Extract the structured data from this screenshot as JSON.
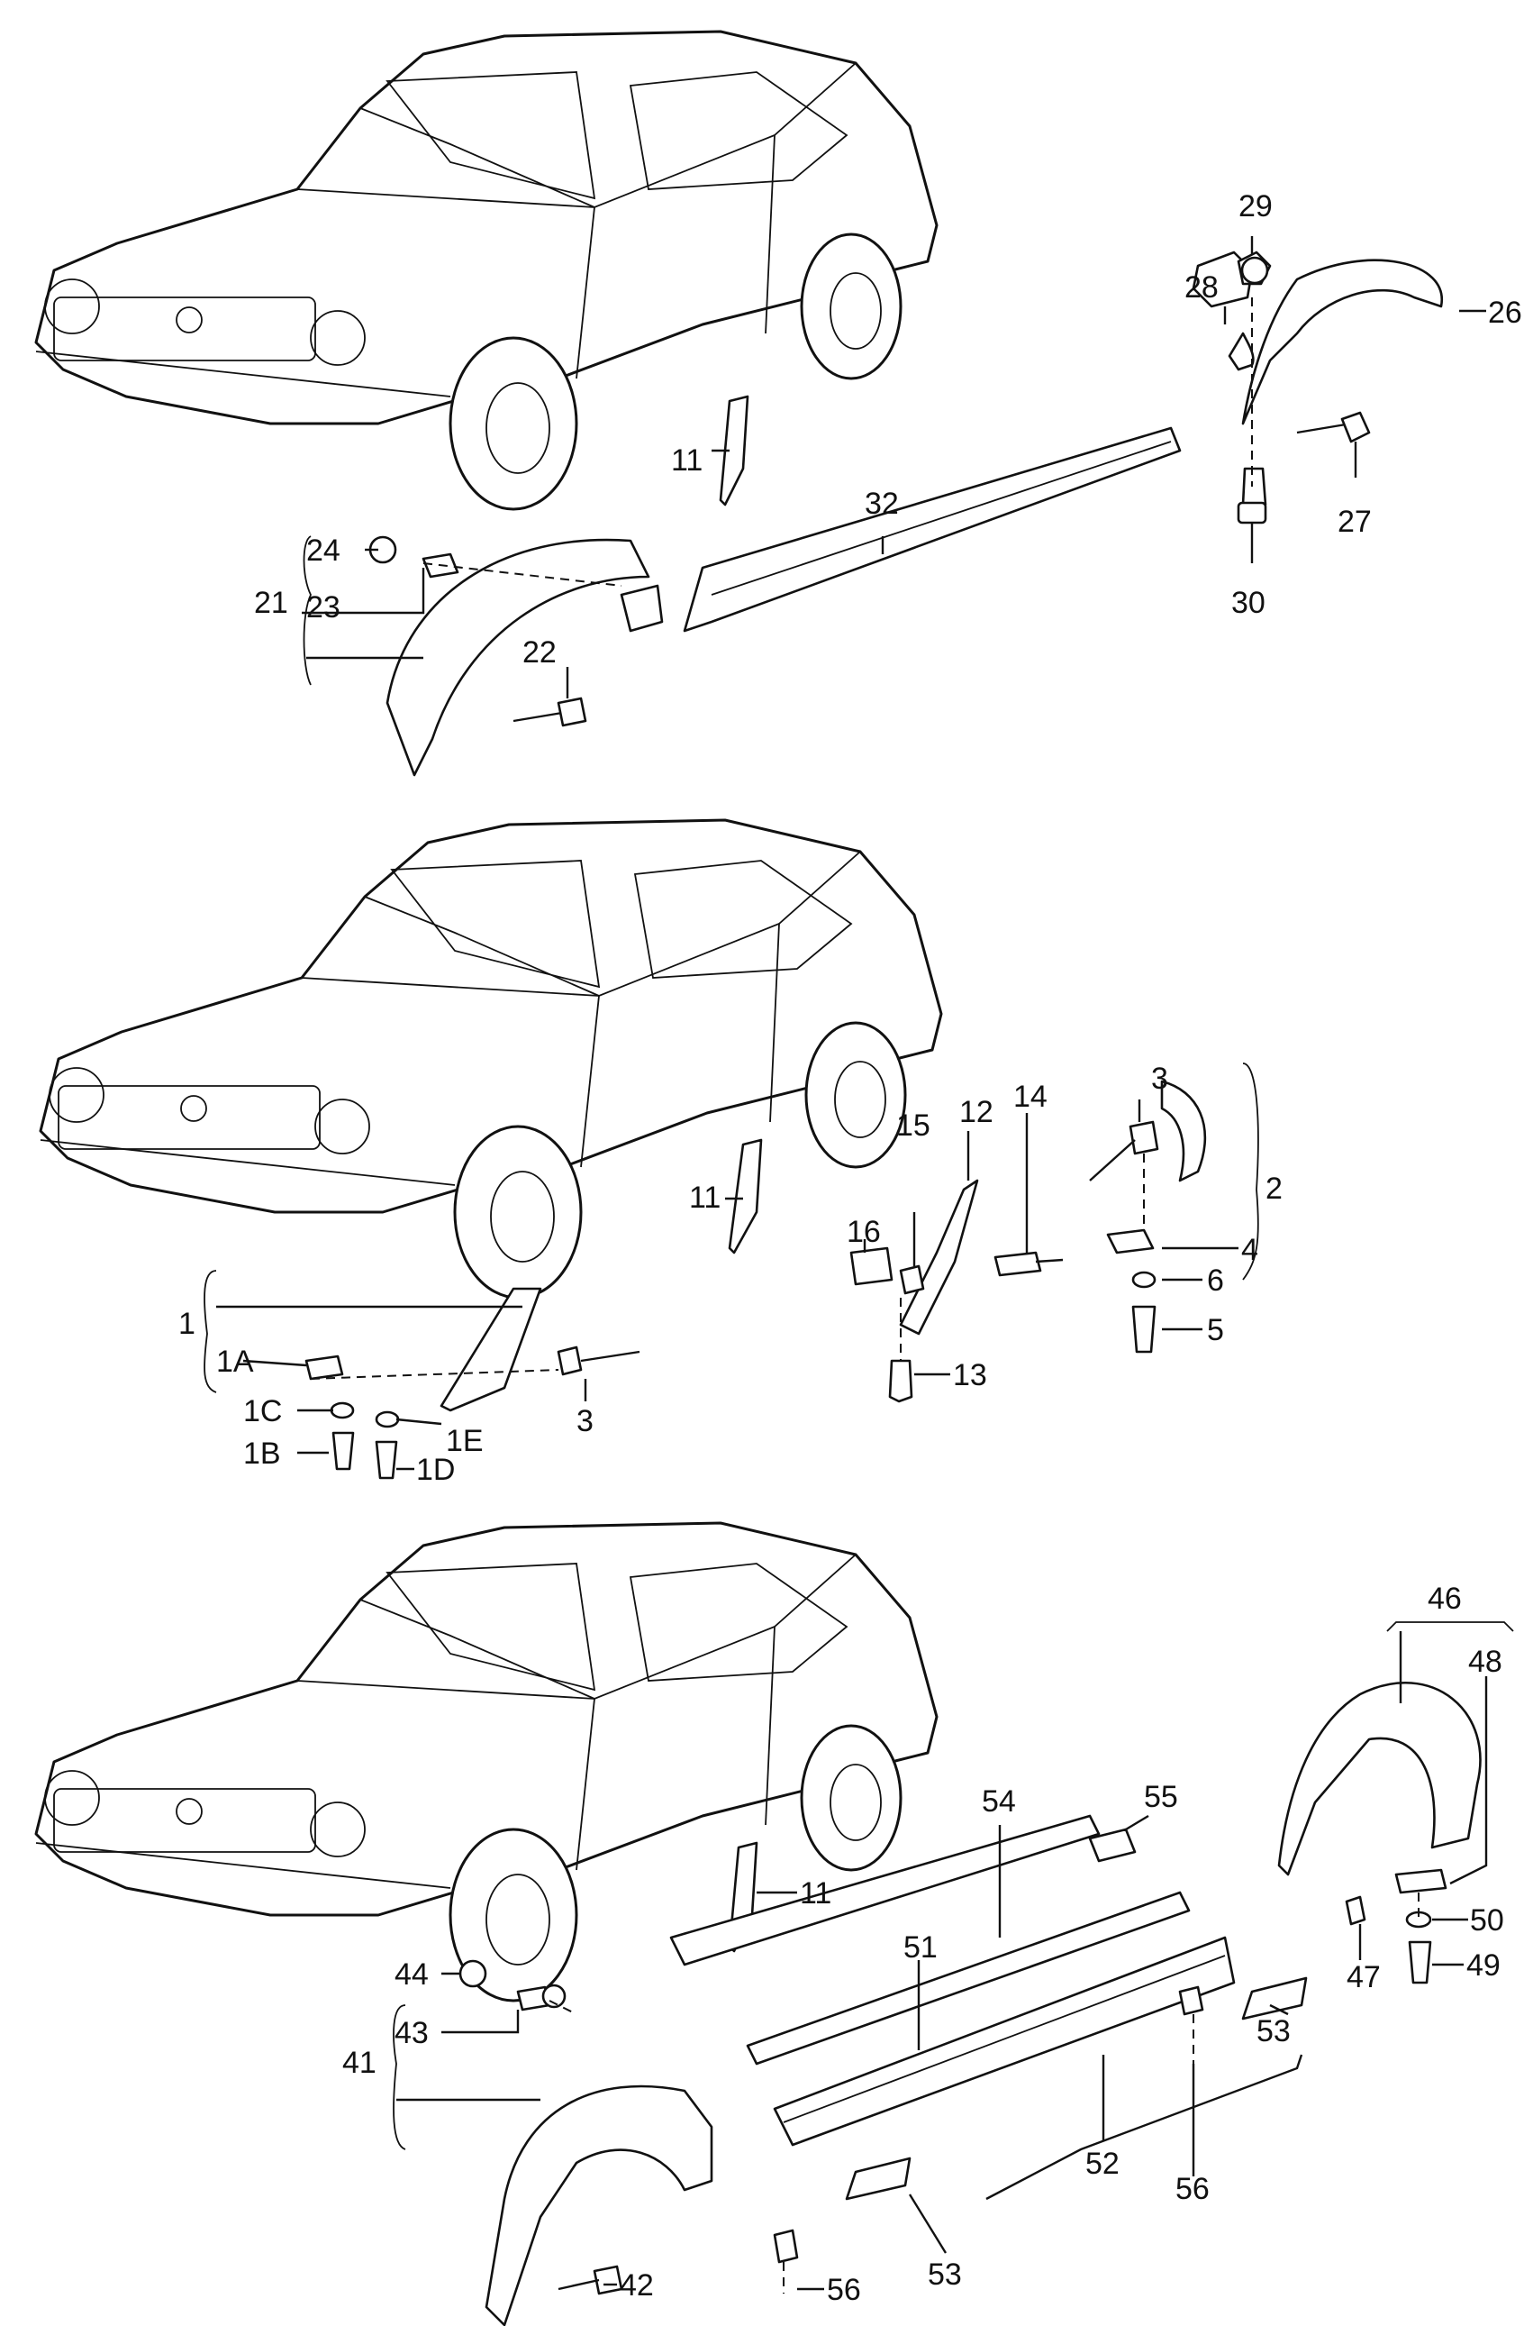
{
  "labels": {
    "p29": "29",
    "p28": "28",
    "p26": "26",
    "p27": "27",
    "p30": "30",
    "p11a": "11",
    "p32": "32",
    "p24": "24",
    "p21": "21",
    "p23": "23",
    "p22": "22",
    "p3a": "3",
    "p2": "2",
    "p12": "12",
    "p14": "14",
    "p15": "15",
    "p16": "16",
    "p11b": "11",
    "p4": "4",
    "p6": "6",
    "p5": "5",
    "p13": "13",
    "p1": "1",
    "p1A": "1A",
    "p1C": "1C",
    "p1B": "1B",
    "p1E": "1E",
    "p1D": "1D",
    "p3b": "3",
    "p46": "46",
    "p48": "48",
    "p54": "54",
    "p55": "55",
    "p11c": "11",
    "p50": "50",
    "p49": "49",
    "p51": "51",
    "p47": "47",
    "p53a": "53",
    "p44": "44",
    "p41": "41",
    "p43": "43",
    "p52": "52",
    "p56a": "56",
    "p42": "42",
    "p53b": "53",
    "p56b": "56"
  }
}
